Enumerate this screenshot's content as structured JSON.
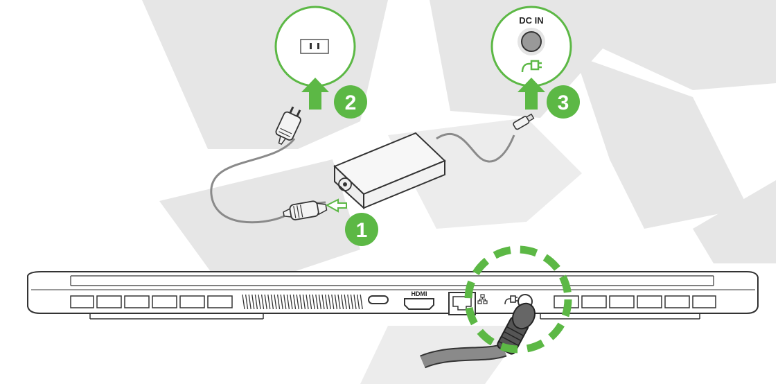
{
  "colors": {
    "accent_green": "#5cb845",
    "background_shape": "#e6e6e6",
    "outline": "#333333",
    "cable": "#8a8a8a",
    "adapter_fill": "#f4f4f4",
    "port_fill": "#999999"
  },
  "steps": [
    {
      "number": "1",
      "label": "1"
    },
    {
      "number": "2",
      "label": "2"
    },
    {
      "number": "3",
      "label": "3"
    }
  ],
  "callouts": {
    "dc_in": "DC IN"
  },
  "laptop_ports": {
    "hdmi": "HDMI"
  },
  "icons": {
    "wall_outlet": "wall-outlet-icon",
    "dc_plug": "dc-plug-icon",
    "ac_plug": "ac-plug-icon",
    "network": "network-icon",
    "power_adapter": "power-adapter-icon"
  }
}
